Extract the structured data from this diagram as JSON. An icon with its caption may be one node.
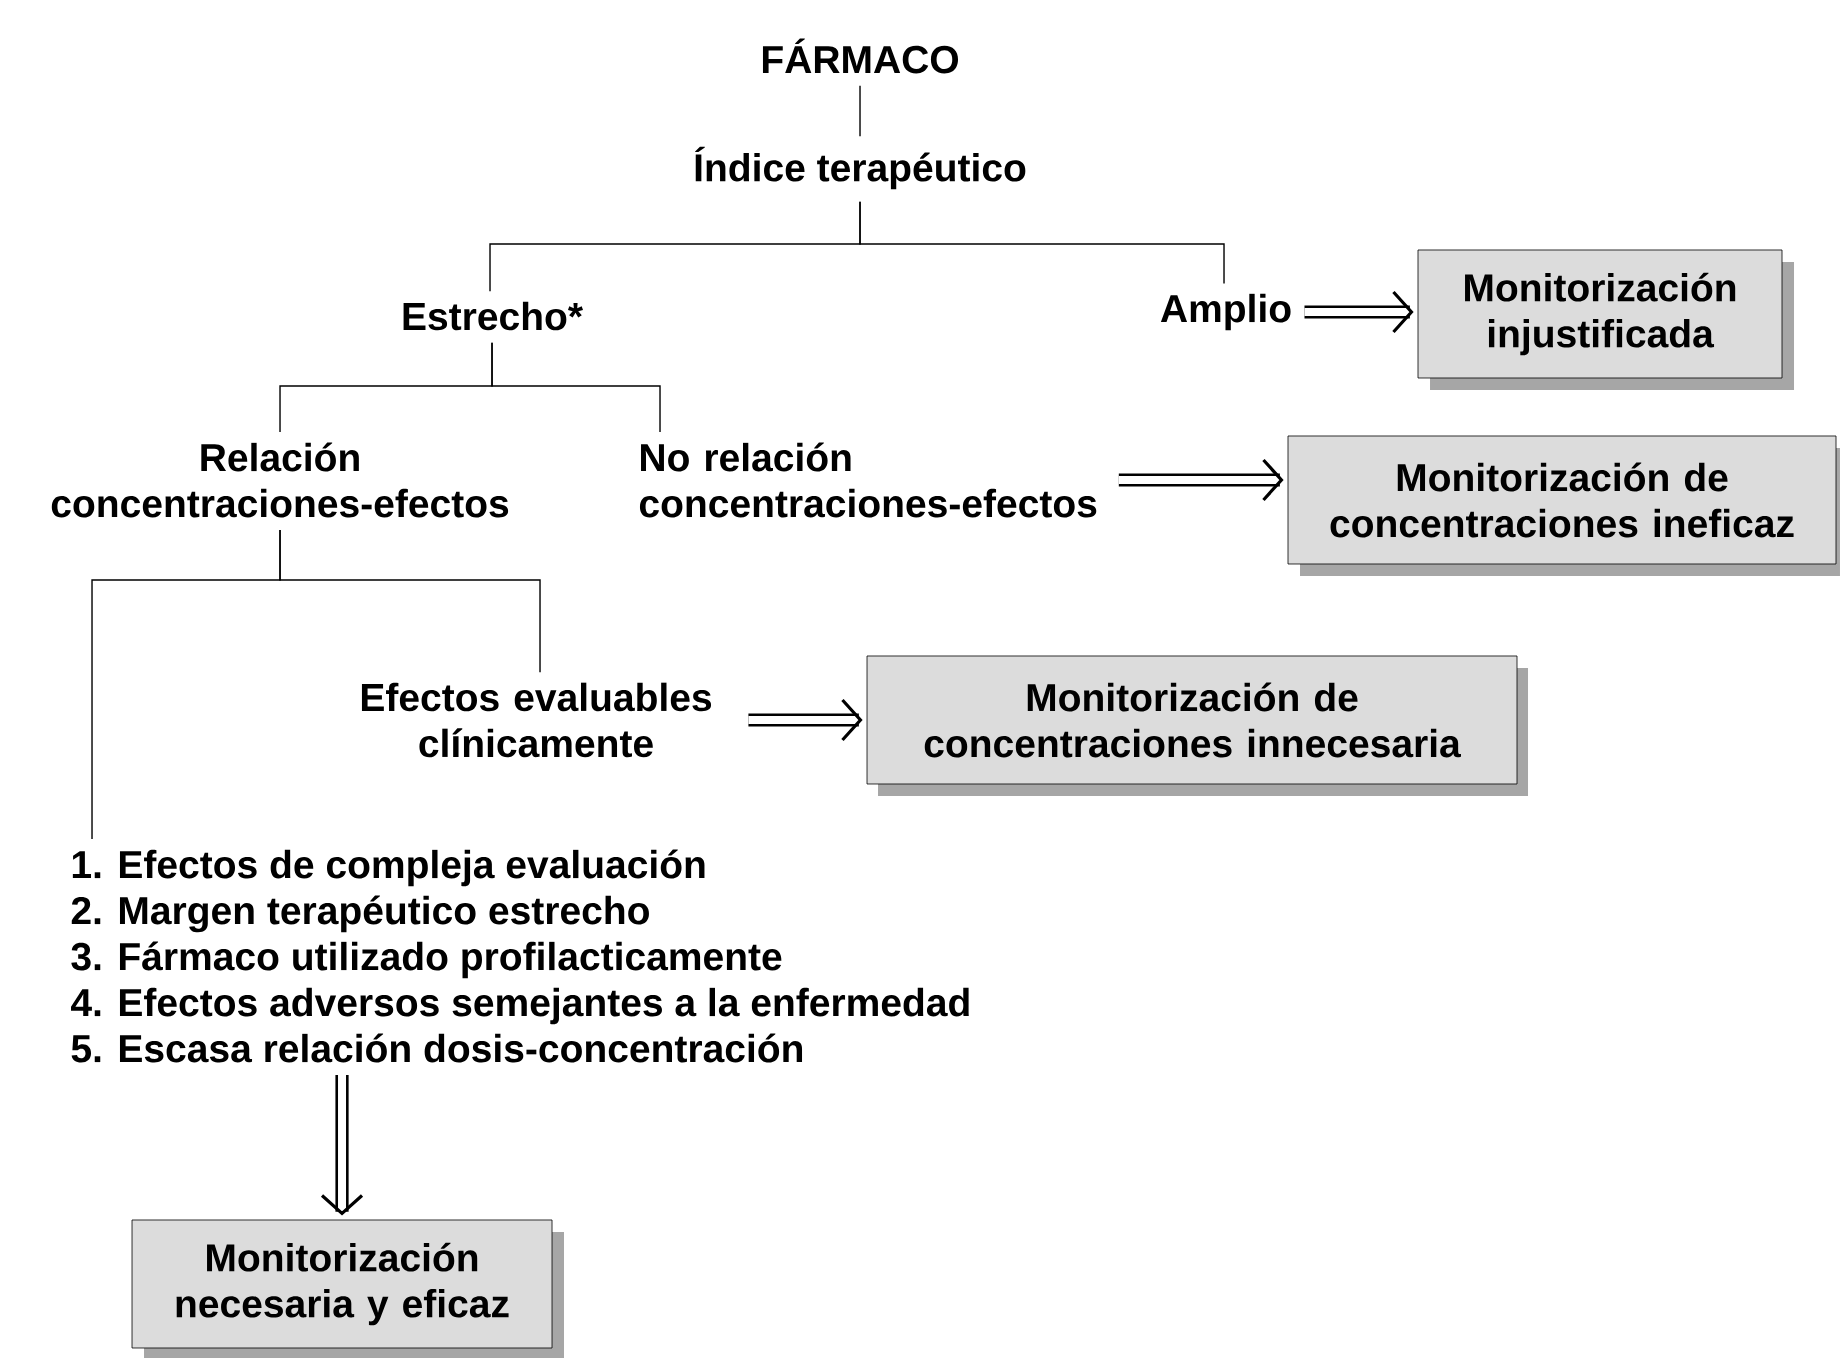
{
  "diagram": {
    "nodes": [
      {
        "text": [
          "FÁRMACO"
        ]
      },
      {
        "text": [
          "Índice terapéutico"
        ]
      },
      {
        "text": [
          "Estrecho*"
        ]
      },
      {
        "text": [
          "Amplio"
        ]
      },
      {
        "text": [
          "Monitorización injustificada"
        ]
      },
      {
        "text": [
          "Relación concentraciones-efectos"
        ]
      },
      {
        "text": [
          "No relación concentraciones-efectos"
        ]
      },
      {
        "text": [
          "Monitorización de concentraciones ineficaz"
        ]
      },
      {
        "text": [
          "Efectos evaluables clínicamente"
        ]
      },
      {
        "text": [
          "Monitorización de concentraciones innecesaria"
        ]
      },
      {
        "text": [
          "1. Efectos de compleja evaluación",
          "2. Margen terapéutico estrecho",
          "3. Fármaco utilizado profilacticamente",
          "4. Efectos adversos semejantes a la enfermedad",
          "5. Escasa relación dosis-concentración"
        ]
      },
      {
        "text": [
          "Monitorización necesaria y eficaz"
        ]
      }
    ],
    "edges": [
      {
        "from": 0,
        "to": 1,
        "arrow": "none"
      },
      {
        "from": 1,
        "to": 2,
        "arrow": "none"
      },
      {
        "from": 1,
        "to": 3,
        "arrow": "none"
      },
      {
        "from": 3,
        "to": 4,
        "arrow": "to",
        "style": "thick"
      },
      {
        "from": 2,
        "to": 5,
        "arrow": "none"
      },
      {
        "from": 2,
        "to": 6,
        "arrow": "none"
      },
      {
        "from": 6,
        "to": 7,
        "arrow": "to",
        "style": "thick"
      },
      {
        "from": 5,
        "to": 8,
        "arrow": "none"
      },
      {
        "from": 5,
        "to": 10,
        "arrow": "none"
      },
      {
        "from": 8,
        "to": 9,
        "arrow": "to",
        "style": "thick"
      },
      {
        "from": 10,
        "to": 11,
        "arrow": "to",
        "style": "thick"
      }
    ]
  }
}
